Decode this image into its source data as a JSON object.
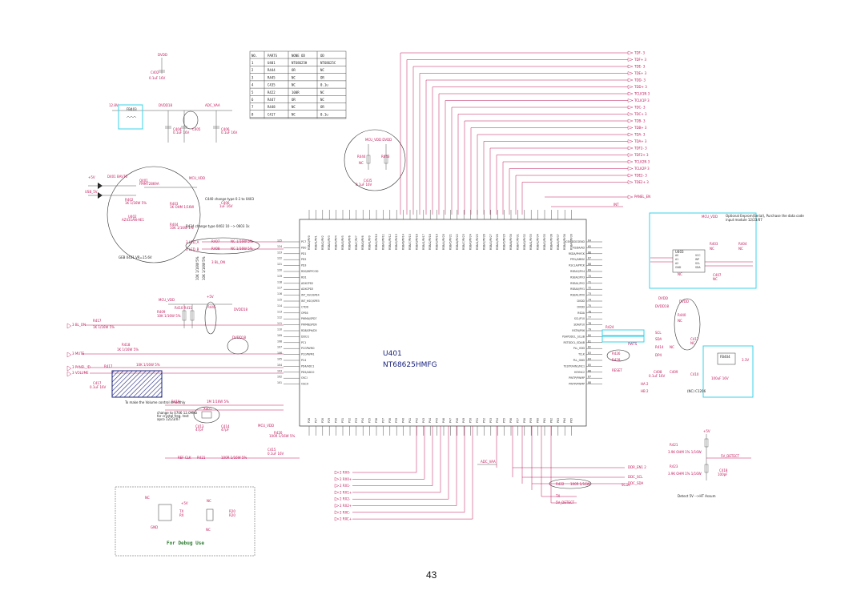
{
  "page_number": "43",
  "chip": {
    "ref": "U401",
    "part": "NT68625HMFG"
  },
  "bom_table": {
    "headers": [
      "NO.",
      "PARTS",
      "NONE OD",
      "OD"
    ],
    "rows": [
      [
        "1",
        "U401",
        "NT68625H",
        "NT68625C"
      ],
      [
        "2",
        "R444",
        "OR",
        "NC"
      ],
      [
        "3",
        "R445",
        "NC",
        "OR"
      ],
      [
        "4",
        "C435",
        "NC",
        "0.1u"
      ],
      [
        "5",
        "R422",
        "100R",
        "NC"
      ],
      [
        "6",
        "R447",
        "OR",
        "NC"
      ],
      [
        "7",
        "R448",
        "NC",
        "OR"
      ],
      [
        "8",
        "C417",
        "NC",
        "0.1u"
      ]
    ]
  },
  "right_signals": [
    "TDF-",
    "TDF+",
    "TDE-",
    "TDE+",
    "TDD-",
    "TDD+",
    "TCLK1N",
    "TCLK1P",
    "TDC-",
    "TDC+",
    "TDB-",
    "TDB+",
    "TDA-",
    "TDA+",
    "TDF2-",
    "TDF2+",
    "TCLK2N",
    "TCLK2P",
    "TDE2-",
    "TDE2+"
  ],
  "left_ports": [
    "3 BL_ON",
    "3 MUTE",
    "3 PANEL_ID",
    "3 VOLUME"
  ],
  "bottom_ports": [
    "2 RX0-",
    "2 RX0+",
    "2 RX1-",
    "2 RX1+",
    "2 RX2-",
    "2 RX2+",
    "2 RXC-",
    "2 RXC+"
  ],
  "bottom_right_ports": [
    "DDC_SDA",
    "DDC_SCL",
    "5V_DETECT"
  ],
  "misc_labels": {
    "panel_en": "PANEL_EN",
    "debug": "For Debug Use",
    "mcu_vdd": "MCU_VDD",
    "dvdd": "DVDD",
    "adc_vaa": "ADC_VAA",
    "usb_5v": "USB_5V",
    "vol_note": "To make the Volume control smoothly",
    "crystal_note": "change to 0706 12.0MHz for crystal freq. test",
    "eeprom_note": "Optional Eeprom(Serial), Purchase the data code input module",
    "detect_note": "Detect 5V -->HT Assum",
    "c440_note": "C440 change type 0.1 to 0403",
    "r434_note": "R434 change type 0402 10 --> 0603 1k"
  },
  "left_pins": [
    "PC7",
    "PD0",
    "PD1",
    "PD2",
    "PD3",
    "RD0/MFPCOD",
    "RD1",
    "ADXCPD2",
    "ADXCPD3",
    "INT_VSO/SPE4",
    "INT_HSO/SPE5",
    "CTDD",
    "OPS6",
    "PWMA/SPD7",
    "PWMB/SPD6",
    "RD8/SPH/D5",
    "DDCI1",
    "PC1",
    "PCGPWM0",
    "PCGPWM1",
    "PC4",
    "PD4/ADC1",
    "PD5/ADC0",
    "OSCI",
    "OSCO"
  ],
  "right_pins": [
    "CSH/DDCSEND",
    "RSDA/AD",
    "RSDA/PHYCK",
    "PFEL/AMNV",
    "RSCLA/PPCK",
    "RSBA3/PV4",
    "RSBA2/PV3",
    "RSBA1/PV2",
    "RSBA0/PV1",
    "RSBA1/PV0",
    "DVDD",
    "DVDD",
    "RSDA",
    "SCL/P10",
    "SDA/P10",
    "RSTN/P06",
    "PSHPDDCL_SCL/B",
    "RSTDDCL_SDA/B",
    "PLL_VDD",
    "TCLK",
    "PLL_GND",
    "TESTP/HIN1/NC1",
    "HSYNC2",
    "PWTP/PWMP",
    "PWTP/PWMP"
  ]
}
